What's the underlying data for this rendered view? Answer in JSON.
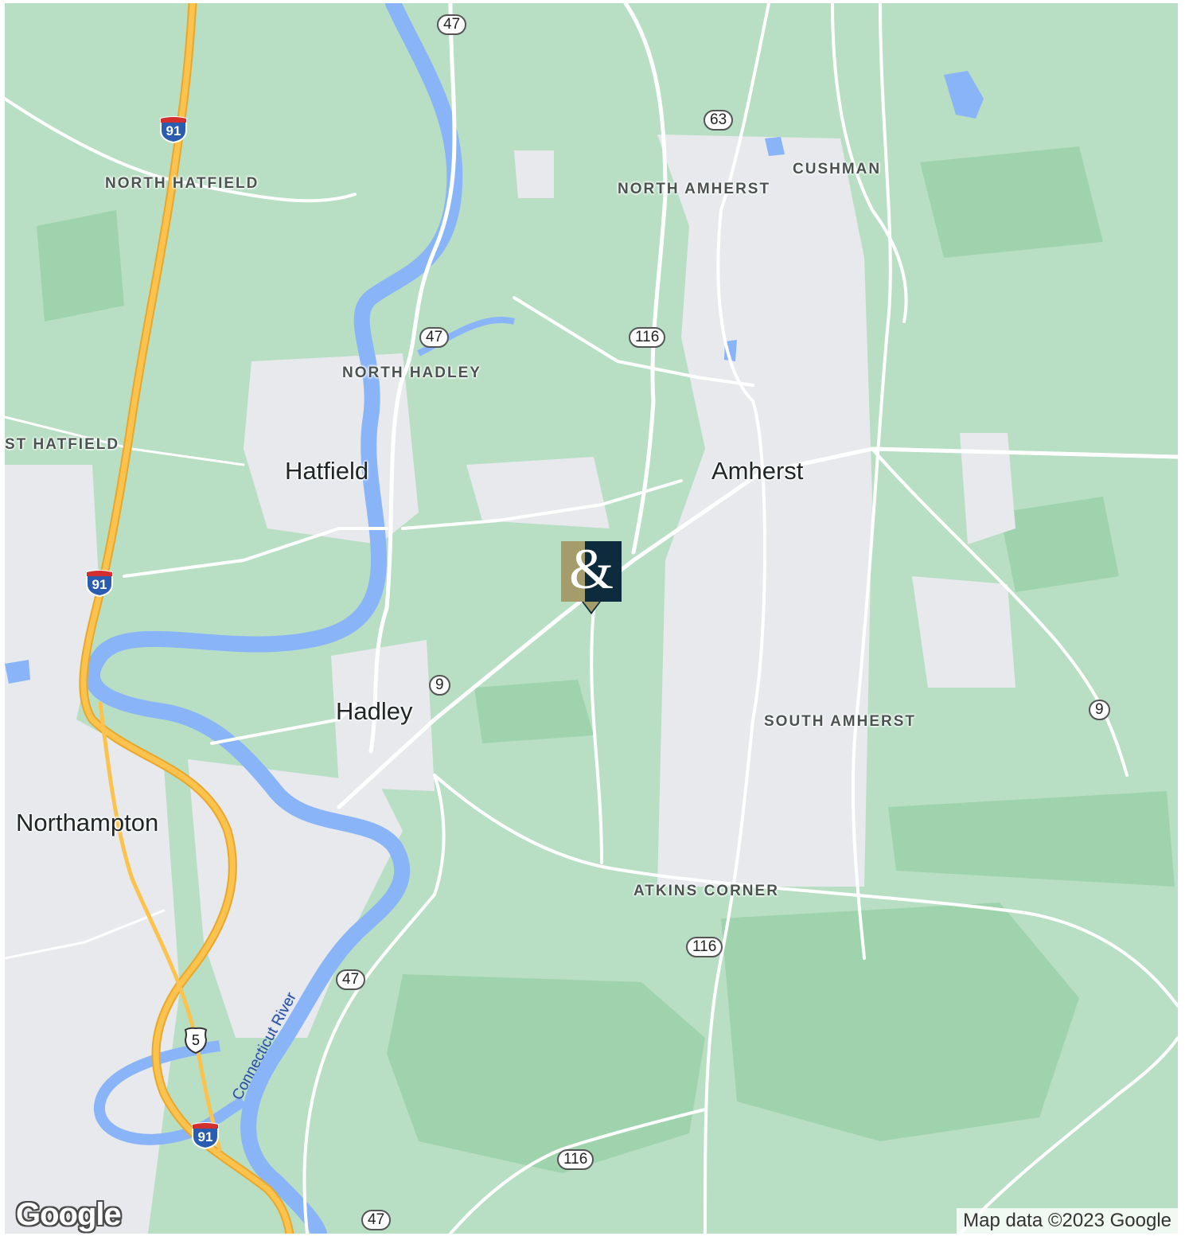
{
  "map": {
    "colors": {
      "land": "#b8dfc4",
      "forest": "#9fd3ad",
      "urban": "#e7e9ed",
      "water": "#8ab4f8",
      "road": "#ffffff",
      "highway": "#fbc34e",
      "highway_edge": "#e8a72b",
      "marker_bg": "#0e2a3d",
      "marker_gold": "#a59c6c"
    },
    "places": {
      "north_hatfield": "NORTH HATFIELD",
      "north_amherst": "NORTH AMHERST",
      "cushman": "CUSHMAN",
      "north_hadley": "NORTH HADLEY",
      "west_hatfield": "ST HATFIELD",
      "south_amherst": "SOUTH AMHERST",
      "atkins_corner": "ATKINS CORNER"
    },
    "cities": {
      "hatfield": "Hatfield",
      "amherst": "Amherst",
      "hadley": "Hadley",
      "northampton": "Northampton"
    },
    "river": "Connecticut River",
    "route_shields": {
      "r47_top": "47",
      "r63": "63",
      "r47_mid": "47",
      "r116_top": "116",
      "r9_hadley": "9",
      "r9_east": "9",
      "r116_mid": "116",
      "r47_low": "47",
      "r116_low": "116",
      "r47_bottom": "47"
    },
    "interstates": {
      "i91_top": "91",
      "i91_mid": "91",
      "i91_bottom": "91"
    },
    "us_routes": {
      "us5": "5"
    },
    "marker": {
      "symbol": "&",
      "icon": "ampersand-logo-pin"
    },
    "logo": "Google",
    "attribution": "Map data ©2023 Google"
  }
}
